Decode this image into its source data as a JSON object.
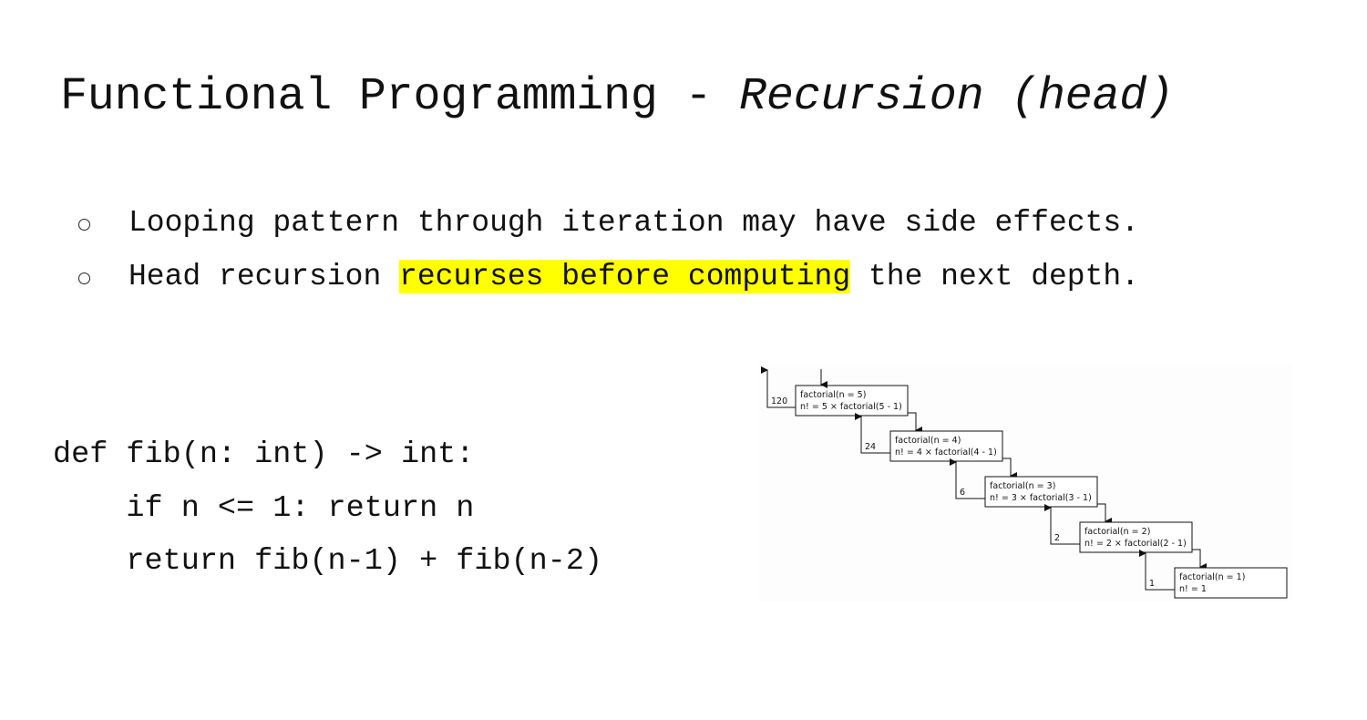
{
  "title": {
    "main": "Functional Programming - ",
    "emphasis": "Recursion (head)"
  },
  "bullets": [
    {
      "text": "Looping pattern through iteration may have side effects."
    },
    {
      "before": "Head recursion ",
      "highlight": "recurses before computing",
      "after": " the next depth.",
      "highlight_color": "#ffff00"
    }
  ],
  "code": {
    "lines": [
      "def fib(n: int) -> int:",
      "    if n <= 1: return n",
      "    return fib(n-1) + fib(n-2)"
    ]
  },
  "diagram": {
    "frames": [
      {
        "line1": "factorial(n = 5)",
        "line2": "n! = 5 × factorial(5 - 1)",
        "return_value": "120"
      },
      {
        "line1": "factorial(n = 4)",
        "line2": "n! = 4 × factorial(4 - 1)",
        "return_value": "24"
      },
      {
        "line1": "factorial(n = 3)",
        "line2": "n! = 3 × factorial(3 - 1)",
        "return_value": "6"
      },
      {
        "line1": "factorial(n = 2)",
        "line2": "n! = 2 × factorial(2 - 1)",
        "return_value": "2"
      },
      {
        "line1": "factorial(n = 1)",
        "line2": "n! = 1",
        "return_value": "1"
      }
    ]
  }
}
